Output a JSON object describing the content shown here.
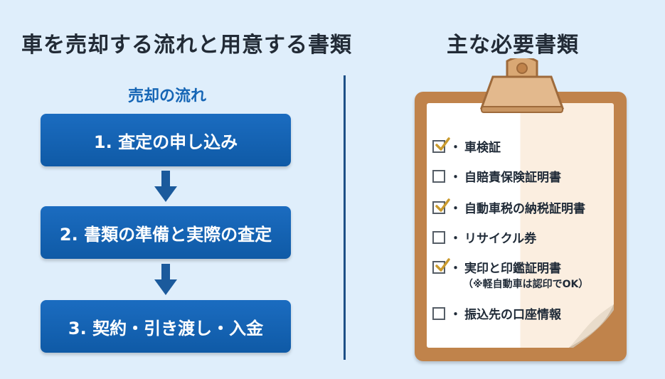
{
  "header": {
    "main_title": "車を売却する流れと用意する書類",
    "right_title": "主な必要書類"
  },
  "flow": {
    "heading": "売却の流れ",
    "steps": [
      {
        "label": "1. 査定の申し込み"
      },
      {
        "label": "2. 書類の準備と実際の査定"
      },
      {
        "label": "3. 契約・引き渡し・入金"
      }
    ]
  },
  "documents": {
    "bullet": "・",
    "items": [
      {
        "label": "車検証",
        "checked": true
      },
      {
        "label": "自賠責保険証明書",
        "checked": false
      },
      {
        "label": "自動車税の納税証明書",
        "checked": true
      },
      {
        "label": "リサイクル券",
        "checked": false
      },
      {
        "label": "実印と印鑑証明書",
        "note": "（※軽自動車は認印でOK）",
        "checked": true
      },
      {
        "label": "振込先の口座情報",
        "checked": false
      }
    ]
  },
  "colors": {
    "background": "#dfeefb",
    "step_fill": "#1565b5",
    "heading_blue": "#1565b5",
    "divider": "#1d4f86",
    "clipboard": "#c0834b",
    "clip_metal": "#e3b98d",
    "check_gold": "#c99a2e"
  },
  "icons": {
    "arrow": "arrow-down-icon",
    "check": "checkmark-icon",
    "clip": "clipboard-clip-icon"
  }
}
